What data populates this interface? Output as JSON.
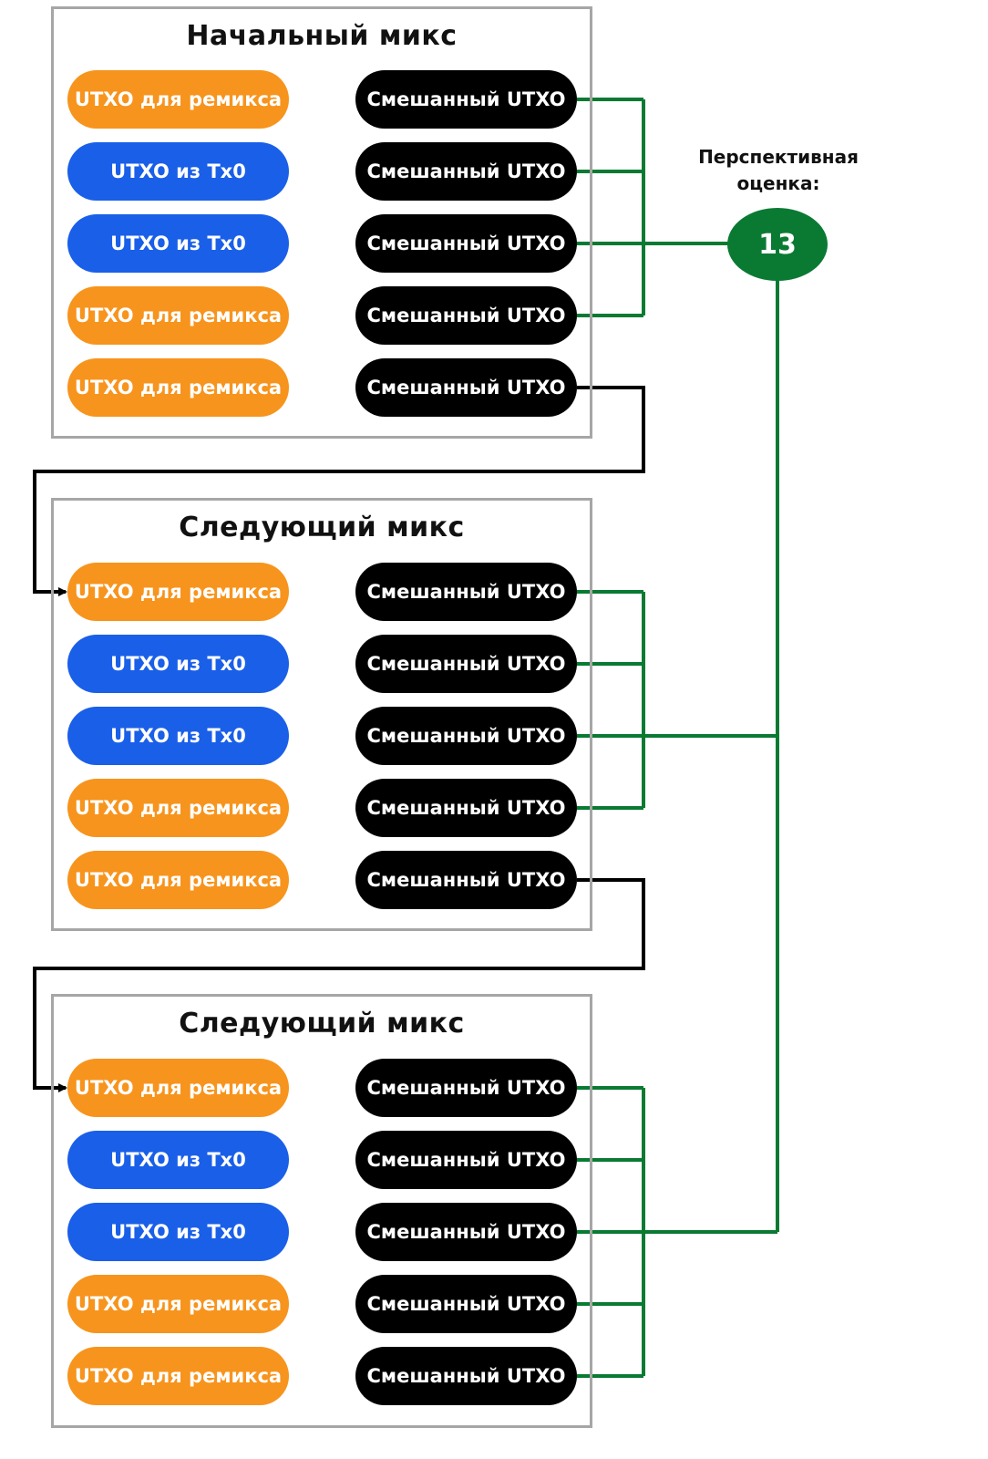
{
  "mixes": [
    {
      "title": "Начальный микс",
      "inputs": [
        {
          "label": "UTXO для ремикса",
          "kind": "remix"
        },
        {
          "label": "UTXO из Tx0",
          "kind": "tx0"
        },
        {
          "label": "UTXO из Tx0",
          "kind": "tx0"
        },
        {
          "label": "UTXO для ремикса",
          "kind": "remix"
        },
        {
          "label": "UTXO для ремикса",
          "kind": "remix"
        }
      ],
      "outputs": [
        "Смешанный UTXO",
        "Смешанный UTXO",
        "Смешанный UTXO",
        "Смешанный UTXO",
        "Смешанный UTXO"
      ]
    },
    {
      "title": "Следующий микс",
      "inputs": [
        {
          "label": "UTXO для ремикса",
          "kind": "remix"
        },
        {
          "label": "UTXO из Tx0",
          "kind": "tx0"
        },
        {
          "label": "UTXO из Tx0",
          "kind": "tx0"
        },
        {
          "label": "UTXO для ремикса",
          "kind": "remix"
        },
        {
          "label": "UTXO для ремикса",
          "kind": "remix"
        }
      ],
      "outputs": [
        "Смешанный UTXO",
        "Смешанный UTXO",
        "Смешанный UTXO",
        "Смешанный UTXO",
        "Смешанный UTXO"
      ]
    },
    {
      "title": "Следующий микс",
      "inputs": [
        {
          "label": "UTXO для ремикса",
          "kind": "remix"
        },
        {
          "label": "UTXO из Tx0",
          "kind": "tx0"
        },
        {
          "label": "UTXO из Tx0",
          "kind": "tx0"
        },
        {
          "label": "UTXO для ремикса",
          "kind": "remix"
        },
        {
          "label": "UTXO для ремикса",
          "kind": "remix"
        }
      ],
      "outputs": [
        "Смешанный UTXO",
        "Смешанный UTXO",
        "Смешанный UTXO",
        "Смешанный UTXO",
        "Смешанный UTXO"
      ]
    }
  ],
  "score": {
    "label": "Перспективная оценка:",
    "value": "13"
  },
  "colors": {
    "remix": "#f7941d",
    "tx0": "#1a5fe8",
    "mixed": "#000000",
    "score": "#0a7a33",
    "remix_link": "#000000",
    "box_border": "#a6a6a6"
  }
}
